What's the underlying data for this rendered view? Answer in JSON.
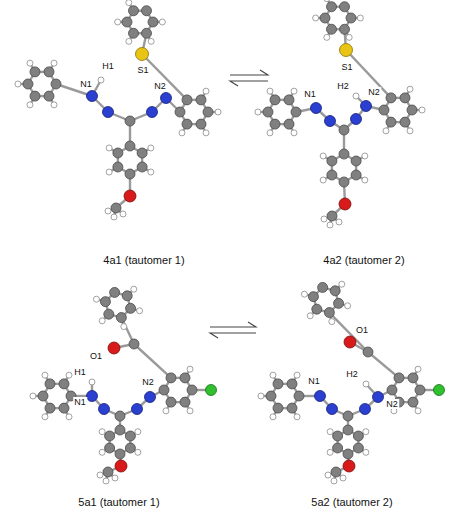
{
  "diagram": {
    "nodes": [
      {
        "text": [
          "4a1 (tautomer 1)"
        ]
      },
      {
        "text": [
          "4a2 (tautomer 2)"
        ]
      },
      {
        "text": [
          "5a1 (tautomer 1)"
        ]
      },
      {
        "text": [
          "5a2 (tautomer 2)"
        ]
      }
    ],
    "edges": [
      {
        "from": 0,
        "to": 1,
        "arrow": "both"
      },
      {
        "from": 2,
        "to": 3,
        "arrow": "both"
      }
    ],
    "labels": [
      "N1",
      "H1",
      "S1",
      "N2",
      "S1",
      "N1",
      "H2",
      "N2",
      "O1",
      "H1",
      "N1",
      "N2",
      "O1",
      "N1",
      "H2",
      "N2"
    ]
  }
}
